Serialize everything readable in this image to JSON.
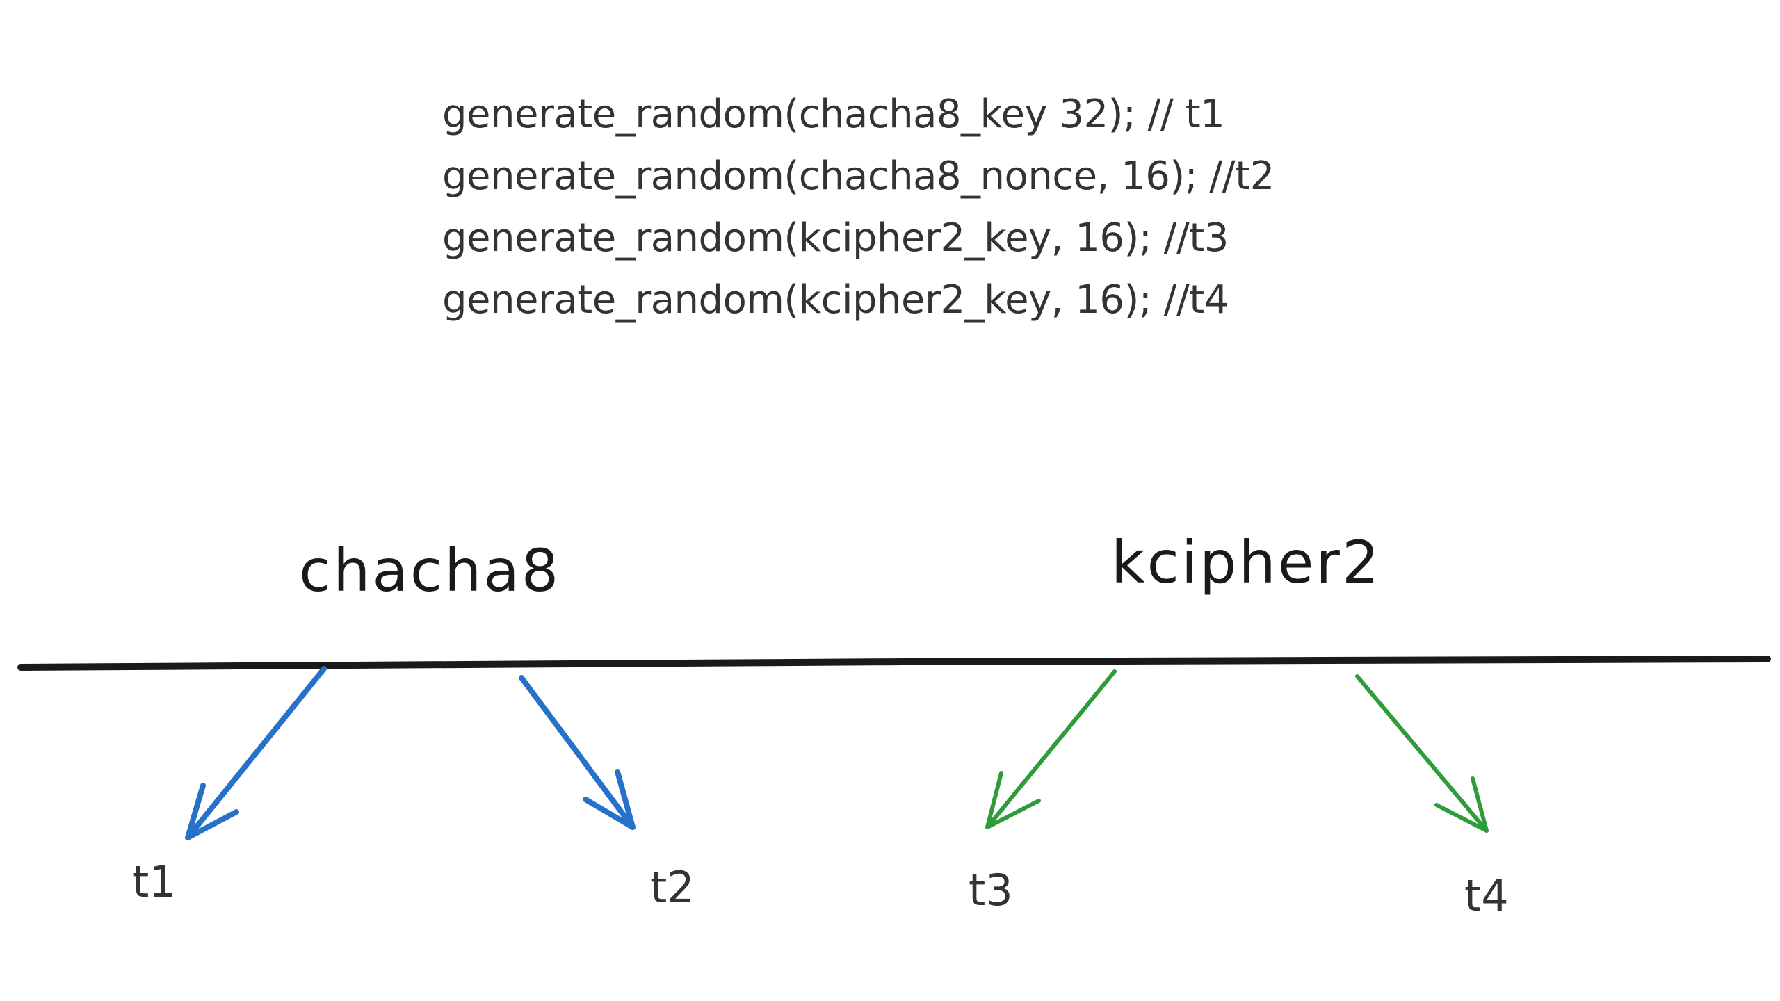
{
  "code_lines": [
    "generate_random(chacha8_key 32); // t1",
    "generate_random(chacha8_nonce, 16); //t2",
    "generate_random(kcipher2_key, 16); //t3",
    "generate_random(kcipher2_key, 16); //t4"
  ],
  "groups": [
    {
      "label": "chacha8",
      "color": "#2671c9"
    },
    {
      "label": "kcipher2",
      "color": "#2e9c3b"
    }
  ],
  "timeline_color": "#1a1a1a",
  "ticks": [
    {
      "label": "t1",
      "group": 0
    },
    {
      "label": "t2",
      "group": 0
    },
    {
      "label": "t3",
      "group": 1
    },
    {
      "label": "t4",
      "group": 1
    }
  ]
}
